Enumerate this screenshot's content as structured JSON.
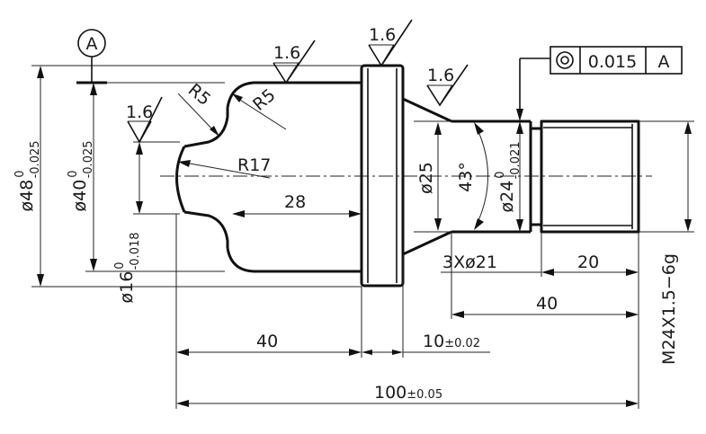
{
  "datum": {
    "letter": "A"
  },
  "roughness": {
    "value": "1.6"
  },
  "tolerance_frame": {
    "symbol": "concentricity-icon",
    "value": "0.015",
    "datum": "A"
  },
  "dims": {
    "d48": {
      "base": "ø48",
      "upper": "0",
      "lower": "-0.025"
    },
    "d40": {
      "base": "ø40",
      "upper": "0",
      "lower": "-0.025"
    },
    "d16": {
      "base": "ø16",
      "upper": "0",
      "lower": "-0.018"
    },
    "d24": {
      "base": "ø24",
      "upper": "0",
      "lower": "-0.021"
    },
    "d25": "ø25",
    "r5a": "R5",
    "r5b": "R5",
    "r17": "R17",
    "len28": "28",
    "angle": "43°",
    "groove": "3Xø21",
    "len20": "20",
    "len40a": "40",
    "len40b": "40",
    "len10": {
      "base": "10",
      "tol": "±0.02"
    },
    "len100": {
      "base": "100",
      "tol": "±0.05"
    },
    "thread": "M24X1.5−6g"
  }
}
